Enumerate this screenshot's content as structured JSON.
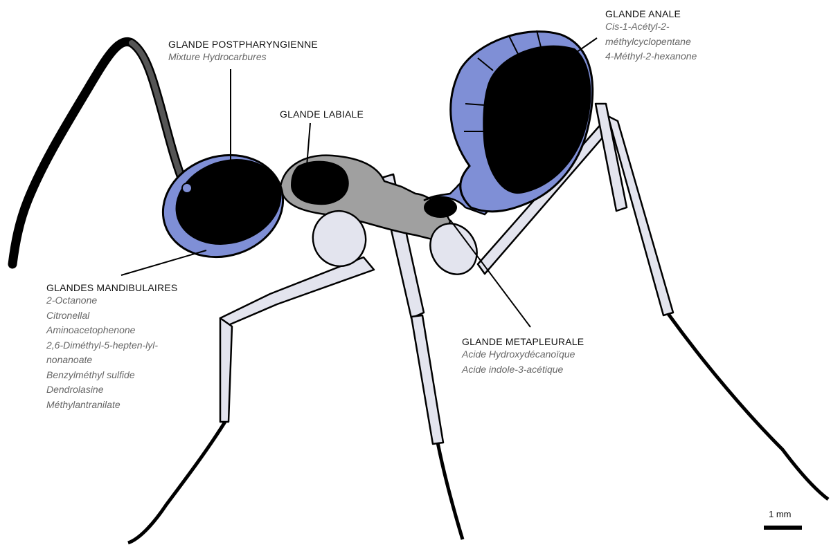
{
  "glands": {
    "postpharyngeal": {
      "name": "GLANDE POSTPHARYNGIENNE",
      "compounds": [
        "Mixture Hydrocarbures"
      ]
    },
    "labial": {
      "name": "GLANDE LABIALE"
    },
    "anal": {
      "name": "GLANDE ANALE",
      "compounds": [
        "Cis-1-Acétyl-2-",
        "méthylcyclopentane",
        "4-Méthyl-2-hexanone"
      ]
    },
    "mandibular": {
      "name": "GLANDES MANDIBULAIRES",
      "compounds": [
        "2-Octanone",
        "Citronellal",
        "Aminoacetophenone",
        "2,6-Diméthyl-5-hepten-lyl-",
        "nonanoate",
        "Benzylméthyl sulfide",
        "Dendrolasine",
        "Méthylantranilate"
      ]
    },
    "metapleural": {
      "name": "GLANDE METAPLEURALE",
      "compounds": [
        "Acide Hydroxydécanoïque",
        "Acide indole-3-acétique"
      ]
    }
  },
  "scale_bar": {
    "label": "1 mm"
  },
  "colors": {
    "gland_fill": "#7f8fd6",
    "gland_dark": "#000000",
    "body_grey": "#a0a0a0",
    "leg_fill": "#e3e4ee",
    "outline": "#000000"
  }
}
